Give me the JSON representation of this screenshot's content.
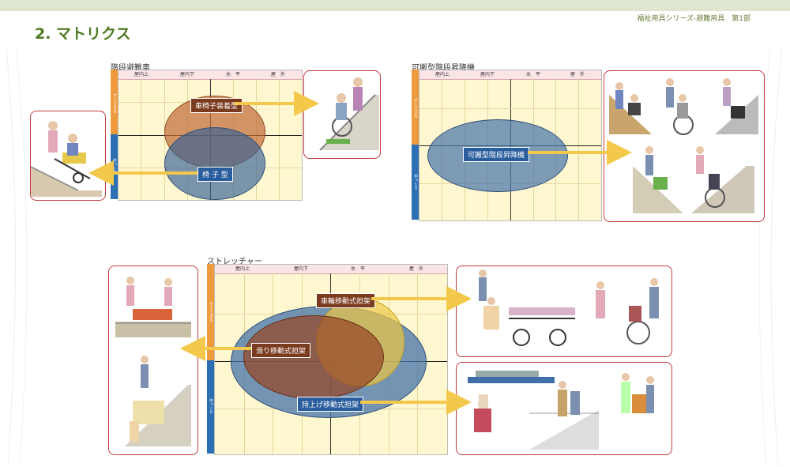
{
  "header": {
    "series_label": "福祉用具シリーズ-避難用具　第1部",
    "title": "2. マトリクス"
  },
  "colors": {
    "accent_green": "#4f7a23",
    "orange": "#ef9a3c",
    "blue": "#2d6fb3",
    "arrow": "#f3c84b",
    "brown": "#a0522d"
  },
  "matrices": [
    {
      "title": "階段避難車",
      "columns": [
        "屋内上",
        "屋内下",
        "水　平",
        "屋　外"
      ],
      "rows": [
        "すぐできる",
        "ゆっくり"
      ],
      "items": [
        {
          "label": "車椅子装着型"
        },
        {
          "label": "椅 子 型"
        }
      ]
    },
    {
      "title": "可搬型階段昇降機",
      "columns": [
        "屋内上",
        "屋内下",
        "水　平",
        "屋　外"
      ],
      "rows": [
        "すぐできる",
        "ゆっくり"
      ],
      "items": [
        {
          "label": "可搬型階段昇降機"
        }
      ]
    },
    {
      "title": "ストレッチャー",
      "columns": [
        "屋内上",
        "屋内下",
        "水　平",
        "屋　外"
      ],
      "rows": [
        "すぐできる",
        "ゆっくり"
      ],
      "items": [
        {
          "label": "車輪移動式担架"
        },
        {
          "label": "滑り移動式担架"
        },
        {
          "label": "持上げ移動式担架"
        }
      ]
    }
  ]
}
